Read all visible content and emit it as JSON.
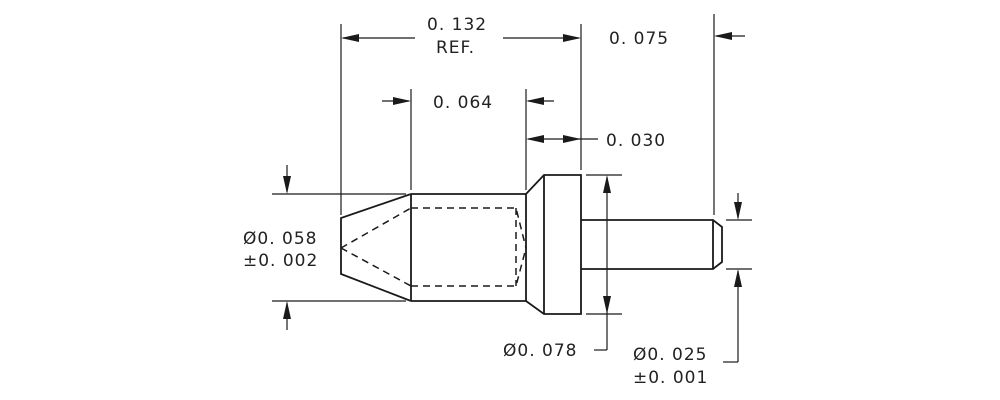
{
  "dimensions": {
    "overall_length": "0. 132",
    "overall_length_note": "REF.",
    "body_length": "0. 064",
    "flange_thickness": "0. 030",
    "pin_length": "0. 075",
    "body_diameter": "Ø0. 058",
    "body_diameter_tol": "±0. 002",
    "flange_diameter": "Ø0. 078",
    "pin_diameter": "Ø0. 025",
    "pin_diameter_tol": "±0. 001"
  },
  "colors": {
    "line": "#1a1a1a",
    "text": "#222222",
    "background": "#ffffff"
  }
}
